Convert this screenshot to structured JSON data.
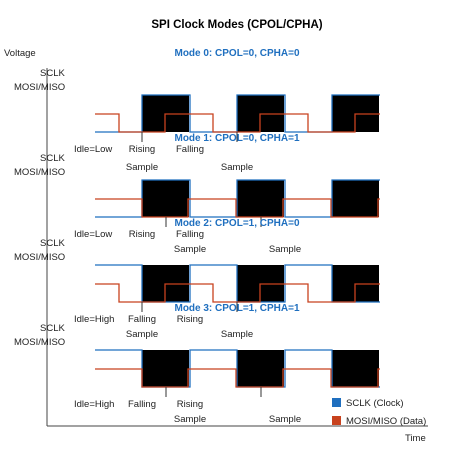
{
  "title": "SPI Clock Modes (CPOL/CPHA)",
  "y_axis_label": "Voltage",
  "x_axis_label": "Time",
  "signal_labels": {
    "clock": "SCLK",
    "data": "MOSI/MISO"
  },
  "legend": [
    {
      "label": "SCLK (Clock)",
      "color": "#1f6fbf"
    },
    {
      "label": "MOSI/MISO (Data)",
      "color": "#c8421e"
    }
  ],
  "colors": {
    "clock": "#1f6fbf",
    "data": "#c8421e",
    "fill": "#000000",
    "mode_title": "#1f6fbf"
  },
  "modes": [
    {
      "title": "Mode 0: CPOL=0, CPHA=0",
      "cpol": 0,
      "cpha": 0,
      "idle_label": "Idle=Low",
      "edge_labels": [
        "Rising",
        "Falling"
      ],
      "sample_labels": [
        "Sample",
        "Sample"
      ]
    },
    {
      "title": "Mode 1: CPOL=0, CPHA=1",
      "cpol": 0,
      "cpha": 1,
      "idle_label": "Idle=Low",
      "edge_labels": [
        "Rising",
        "Falling"
      ],
      "sample_labels": [
        "Sample",
        "Sample"
      ]
    },
    {
      "title": "Mode 2: CPOL=1, CPHA=0",
      "cpol": 1,
      "cpha": 0,
      "idle_label": "Idle=High",
      "edge_labels": [
        "Falling",
        "Rising"
      ],
      "sample_labels": [
        "Sample",
        "Sample"
      ]
    },
    {
      "title": "Mode 3: CPOL=1, CPHA=1",
      "cpol": 1,
      "cpha": 1,
      "idle_label": "Idle=High",
      "edge_labels": [
        "Falling",
        "Rising"
      ],
      "sample_labels": [
        "Sample",
        "Sample"
      ]
    }
  ]
}
